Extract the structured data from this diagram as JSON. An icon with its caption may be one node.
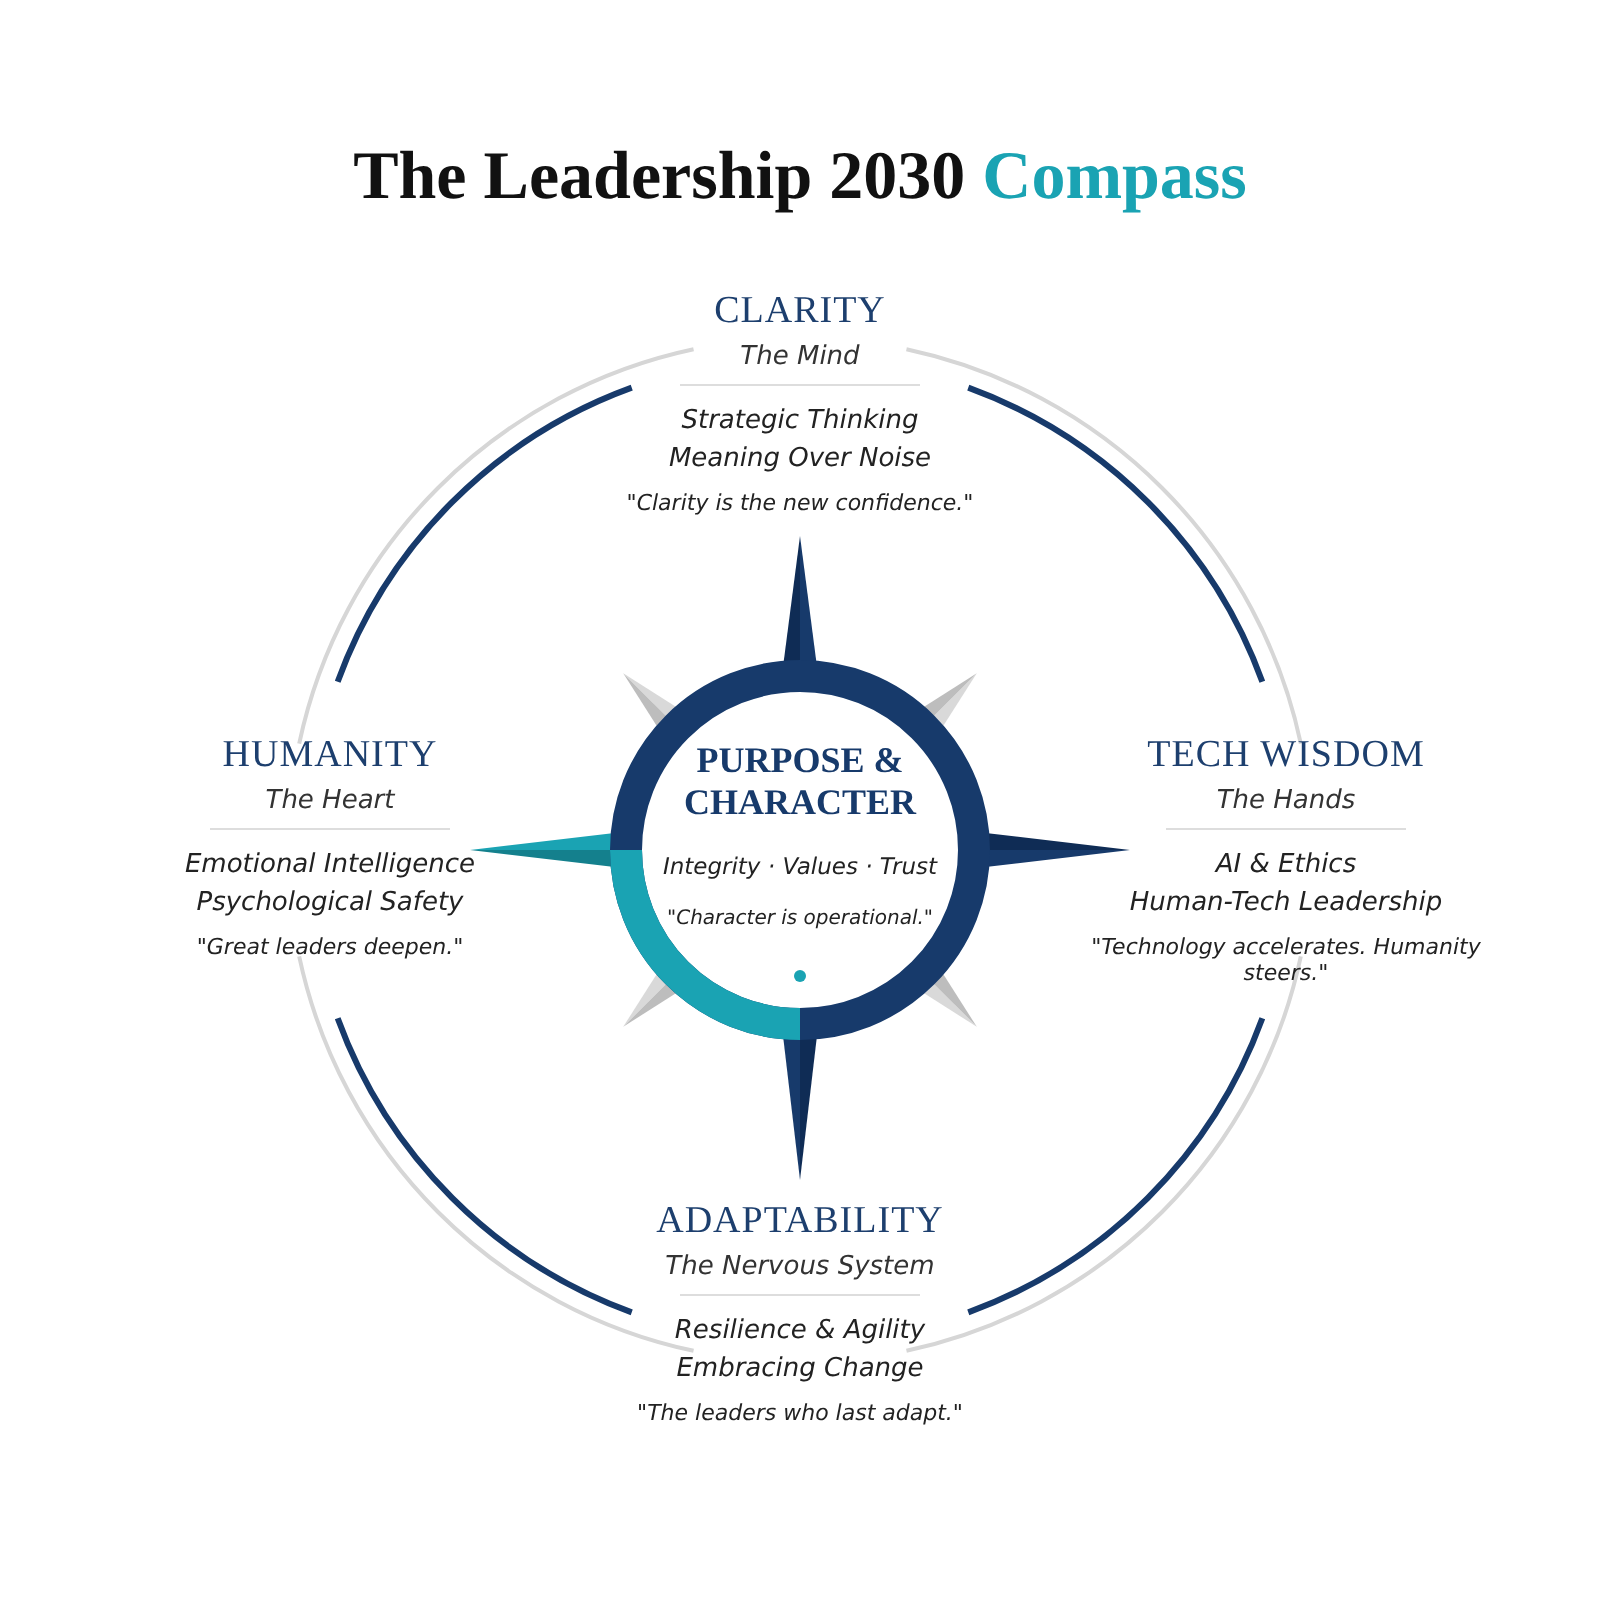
{
  "diagram": {
    "title": "The Leadership 2030 Compass",
    "nodes": [
      {
        "text": [
          "PURPOSE & CHARACTER",
          "Integrity · Values · Trust",
          "\"Character is operational.\""
        ]
      }
    ],
    "labels": [
      "CLARITY",
      "The Mind",
      "Strategic Thinking",
      "Meaning Over Noise",
      "\"Clarity is the new confidence.\"",
      "HUMANITY",
      "The Heart",
      "Emotional Intelligence",
      "Psychological Safety",
      "\"Great leaders deepen.\"",
      "TECH WISDOM",
      "The Hands",
      "AI & Ethics",
      "Human-Tech Leadership",
      "\"Technology accelerates. Humanity steers.\"",
      "ADAPTABILITY",
      "The Nervous System",
      "Resilience & Agility",
      "Embracing Change",
      "\"The leaders who last adapt.\""
    ]
  }
}
